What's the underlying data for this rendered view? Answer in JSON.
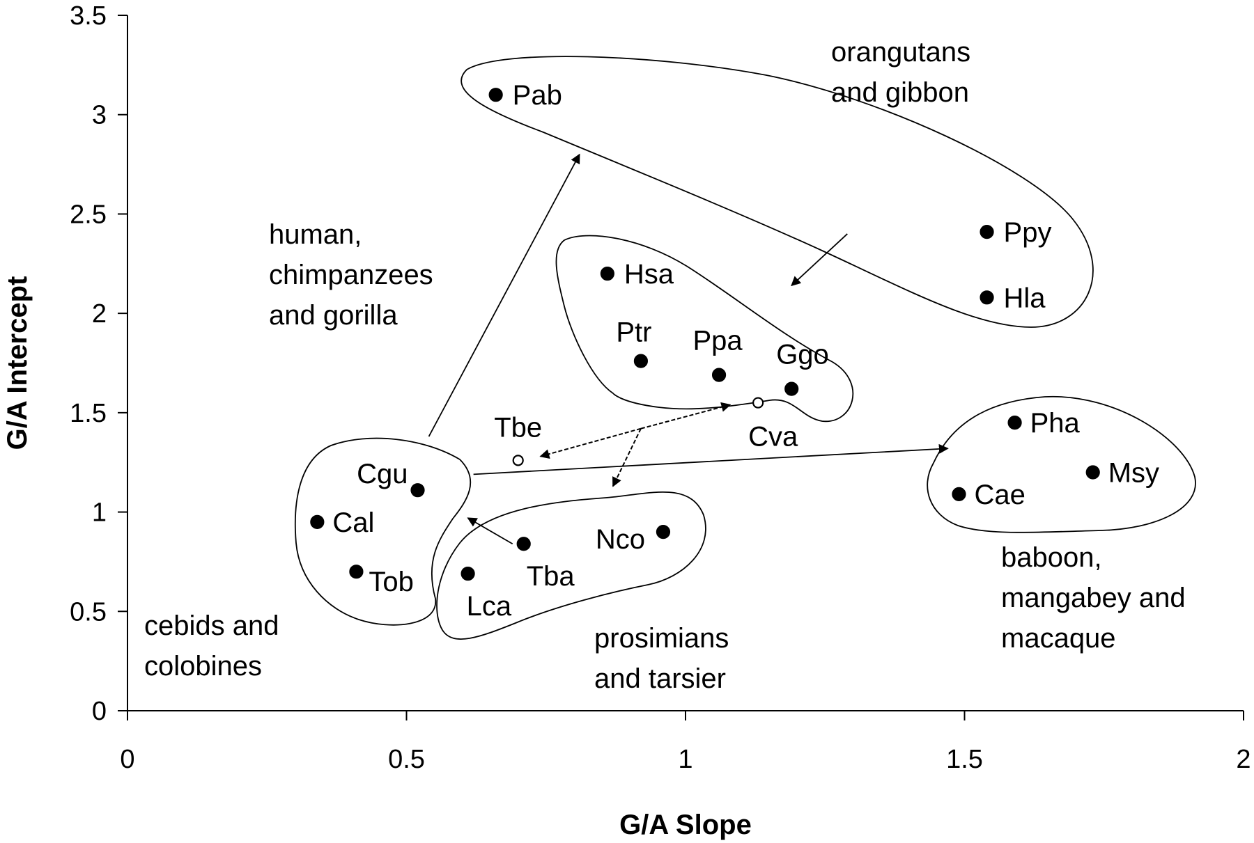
{
  "chart_data": {
    "type": "scatter",
    "xlabel": "G/A Slope",
    "ylabel": "G/A Intercept",
    "xlim": [
      0,
      2
    ],
    "ylim": [
      0,
      3.5
    ],
    "x_ticks": [
      "0",
      "0.5",
      "1",
      "1.5",
      "2"
    ],
    "y_ticks": [
      "0",
      "0.5",
      "1",
      "1.5",
      "2",
      "2.5",
      "3",
      "3.5"
    ],
    "grid": false,
    "points": [
      {
        "label": "Pab",
        "x": 0.66,
        "y": 3.1,
        "filled": true
      },
      {
        "label": "Ppy",
        "x": 1.54,
        "y": 2.41,
        "filled": true
      },
      {
        "label": "Hla",
        "x": 1.54,
        "y": 2.08,
        "filled": true
      },
      {
        "label": "Hsa",
        "x": 0.86,
        "y": 2.2,
        "filled": true
      },
      {
        "label": "Ptr",
        "x": 0.92,
        "y": 1.76,
        "filled": true
      },
      {
        "label": "Ppa",
        "x": 1.06,
        "y": 1.69,
        "filled": true
      },
      {
        "label": "Ggo",
        "x": 1.19,
        "y": 1.62,
        "filled": true
      },
      {
        "label": "Cva",
        "x": 1.13,
        "y": 1.55,
        "filled": false
      },
      {
        "label": "Tbe",
        "x": 0.7,
        "y": 1.26,
        "filled": false
      },
      {
        "label": "Cgu",
        "x": 0.52,
        "y": 1.11,
        "filled": true
      },
      {
        "label": "Cal",
        "x": 0.34,
        "y": 0.95,
        "filled": true
      },
      {
        "label": "Tob",
        "x": 0.41,
        "y": 0.7,
        "filled": true
      },
      {
        "label": "Tba",
        "x": 0.71,
        "y": 0.84,
        "filled": true
      },
      {
        "label": "Lca",
        "x": 0.61,
        "y": 0.69,
        "filled": true
      },
      {
        "label": "Nco",
        "x": 0.96,
        "y": 0.9,
        "filled": true
      },
      {
        "label": "Pha",
        "x": 1.59,
        "y": 1.45,
        "filled": true
      },
      {
        "label": "Msy",
        "x": 1.73,
        "y": 1.2,
        "filled": true
      },
      {
        "label": "Cae",
        "x": 1.49,
        "y": 1.09,
        "filled": true
      }
    ],
    "annotations": [
      {
        "id": "orangutans",
        "lines": [
          "orangutans",
          "and gibbon"
        ]
      },
      {
        "id": "human",
        "lines": [
          "human,",
          "chimpanzees",
          "and gorilla"
        ]
      },
      {
        "id": "cebids",
        "lines": [
          "cebids and",
          "colobines"
        ]
      },
      {
        "id": "prosimians",
        "lines": [
          "prosimians",
          "and tarsier"
        ]
      },
      {
        "id": "baboon",
        "lines": [
          "baboon,",
          "mangabey and",
          "macaque"
        ]
      }
    ],
    "arrows": [
      {
        "from": [
          0.54,
          1.38
        ],
        "to": [
          0.81,
          2.8
        ],
        "style": "solid"
      },
      {
        "from": [
          1.29,
          2.4
        ],
        "to": [
          1.19,
          2.14
        ],
        "style": "solid"
      },
      {
        "from": [
          0.62,
          1.19
        ],
        "to": [
          1.47,
          1.32
        ],
        "style": "solid"
      },
      {
        "from": [
          0.69,
          0.84
        ],
        "to": [
          0.61,
          0.97
        ],
        "style": "solid"
      },
      {
        "from": [
          0.92,
          1.42
        ],
        "to": [
          0.74,
          1.28
        ],
        "style": "dashed"
      },
      {
        "from": [
          0.92,
          1.42
        ],
        "to": [
          1.08,
          1.54
        ],
        "style": "dashed"
      },
      {
        "from": [
          0.92,
          1.42
        ],
        "to": [
          0.87,
          1.13
        ],
        "style": "dashed"
      }
    ]
  }
}
